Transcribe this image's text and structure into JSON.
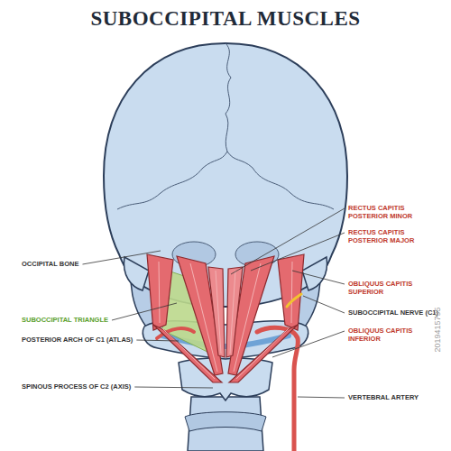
{
  "diagram": {
    "title": "SUBOCCIPITAL MUSCLES",
    "labels": [
      "RECTUS CAPITIS POSTERIOR MINOR",
      "RECTUS CAPITIS POSTERIOR MAJOR",
      "OCCIPITAL BONE",
      "OBLIQUUS CAPITIS SUPERIOR",
      "SUBOCCIPITAL NERVE (C1)",
      "SUBOCCIPITAL TRIANGLE",
      "OBLIQUUS CAPITIS INFERIOR",
      "POSTERIOR ARCH OF C1 (ATLAS)",
      "SPINOUS PROCESS OF C2 (AXIS)",
      "VERTEBRAL ARTERY",
      "2019415795"
    ]
  }
}
